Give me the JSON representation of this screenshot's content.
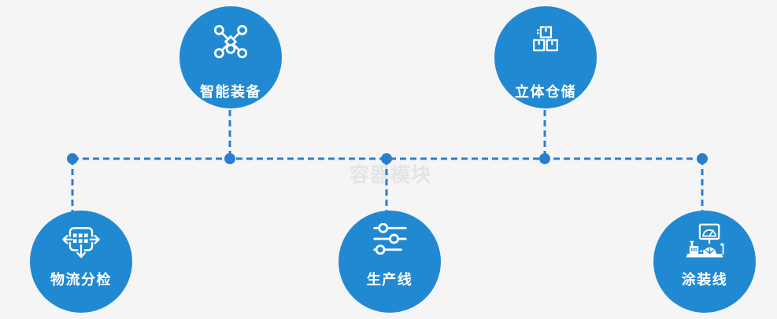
{
  "watermark": {
    "text": "容器模块",
    "color": "#e4e4e6"
  },
  "colors": {
    "background": "#f5f5f6",
    "node_fill": "#2189d2",
    "connector": "#2a7ecf",
    "icon": "#ffffff",
    "label": "#ffffff",
    "watermark": "#e4e4e6"
  },
  "nodes": [
    {
      "id": "smart-equipment",
      "label": "智能装备",
      "icon": "network-nodes-icon",
      "position": "top-left"
    },
    {
      "id": "stereoscopic-warehouse",
      "label": "立体仓储",
      "icon": "stacked-boxes-icon",
      "position": "top-right"
    },
    {
      "id": "logistics-sorting",
      "label": "物流分检",
      "icon": "sort-distribute-arrows-icon",
      "position": "bottom-left"
    },
    {
      "id": "production-line",
      "label": "生产线",
      "icon": "sliders-icon",
      "position": "bottom-center"
    },
    {
      "id": "coating-line",
      "label": "涂装线",
      "icon": "control-console-icon",
      "position": "bottom-right"
    }
  ]
}
